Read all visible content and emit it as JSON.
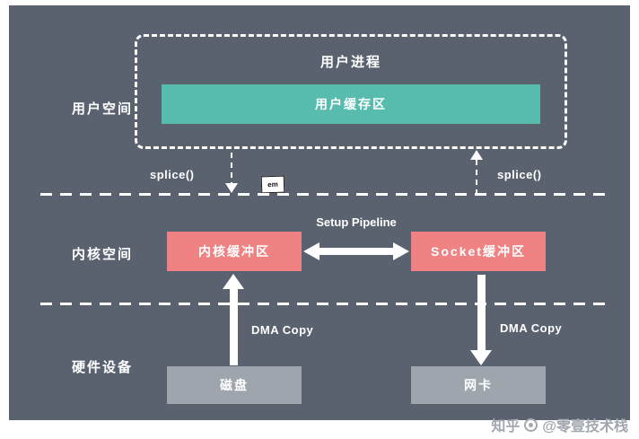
{
  "colors": {
    "board_background": "#5a626f",
    "user_buffer_box": "#57bcae",
    "kernel_buffer_box": "#ef8383",
    "hardware_box": "#9fa5ac",
    "lines_and_text": "#ffffff",
    "watermark_text": "#a2a8b0"
  },
  "layers": {
    "user_space": {
      "label": "用户空间"
    },
    "kernel_space": {
      "label": "内核空间"
    },
    "hardware": {
      "label": "硬件设备"
    }
  },
  "user_area": {
    "process_label": "用户进程",
    "buffer_label": "用户缓存区"
  },
  "calls": {
    "splice_left": "splice()",
    "splice_right": "splice()",
    "setup_pipeline": "Setup Pipeline",
    "dma_copy_left": "DMA Copy",
    "dma_copy_right": "DMA Copy"
  },
  "kernel_area": {
    "kernel_buffer": "内核缓冲区",
    "socket_buffer": "Socket缓冲区"
  },
  "hardware_area": {
    "disk": "磁盘",
    "nic": "网卡"
  },
  "badge": {
    "text": "em"
  },
  "watermark": {
    "brand": "知乎",
    "handle": "@零壹技术栈"
  }
}
